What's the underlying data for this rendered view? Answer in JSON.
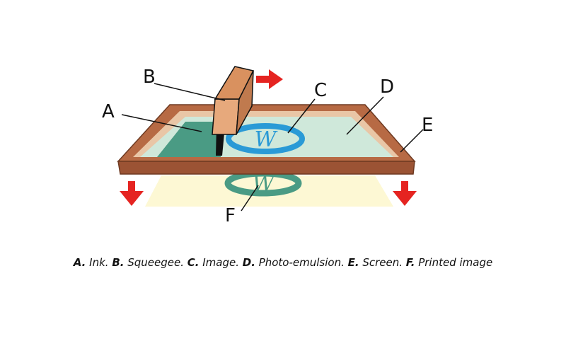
{
  "labels": {
    "a": "A",
    "b": "B",
    "c": "C",
    "d": "D",
    "e": "E",
    "f": "F"
  },
  "image_letter": "W",
  "caption": [
    {
      "key": "A.",
      "text": " Ink. "
    },
    {
      "key": "B.",
      "text": " Squeegee. "
    },
    {
      "key": "C.",
      "text": " Image. "
    },
    {
      "key": "D.",
      "text": " Photo-emulsion. "
    },
    {
      "key": "E.",
      "text": " Screen. "
    },
    {
      "key": "F.",
      "text": " Printed image"
    }
  ],
  "colors": {
    "frame": "#b76a44",
    "frame_dark": "#8c4a2c",
    "emulsion": "#cfe8da",
    "ink": "#4a9b84",
    "image_ring": "#2a9ad6",
    "printed_ring": "#4a9b84",
    "print_area": "#fdf8d4",
    "squeegee": "#e7a97c",
    "arrow": "#e52421"
  },
  "icons": [
    "arrow-right-icon",
    "arrow-down-icon"
  ]
}
